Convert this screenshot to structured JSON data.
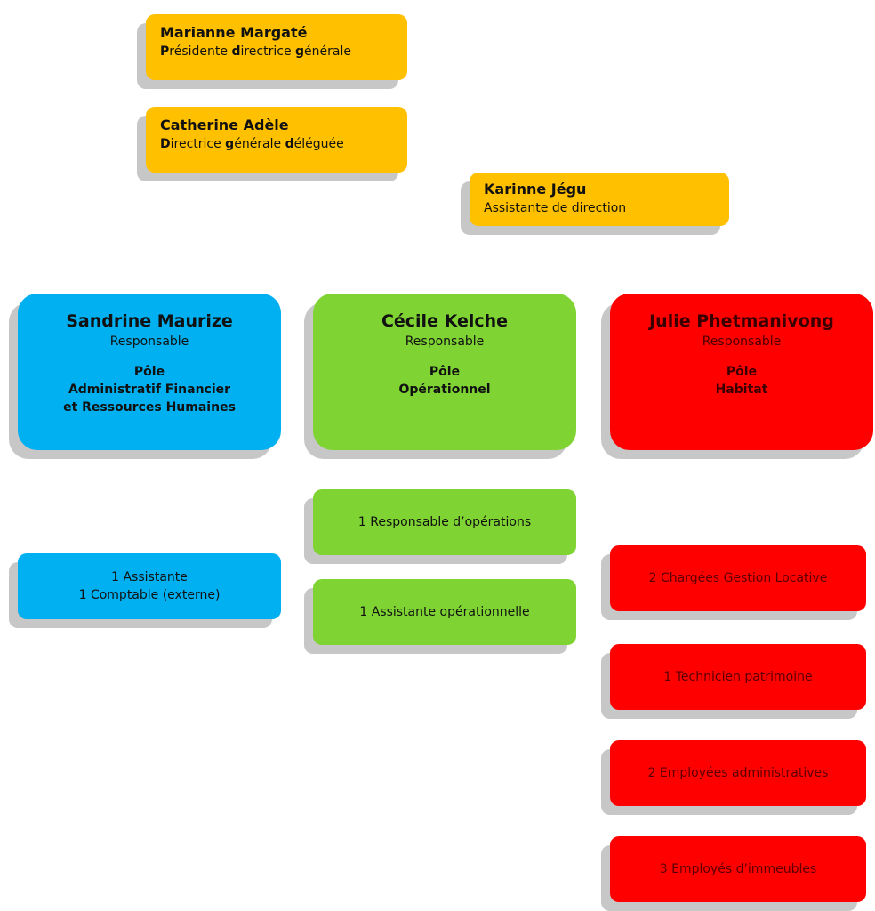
{
  "executives": [
    {
      "name": "Marianne Margaté",
      "role_parts": [
        [
          "P",
          "résidente "
        ],
        [
          "d",
          "irectrice "
        ],
        [
          "g",
          "énérale"
        ]
      ]
    },
    {
      "name": "Catherine Adèle",
      "role_parts": [
        [
          "D",
          "irectrice "
        ],
        [
          "g",
          "énérale "
        ],
        [
          "d",
          "éléguée"
        ]
      ]
    },
    {
      "name": "Karinne Jégu",
      "role": "Assistante de direction"
    }
  ],
  "poles": [
    {
      "name": "Sandrine Maurize",
      "title": "Responsable",
      "pole_label": "Pôle",
      "pole_lines": [
        "Administratif Financier",
        "et Ressources Humaines"
      ],
      "color": "#00b0f0",
      "staff": [
        [
          "1 Assistante",
          "1 Comptable (externe)"
        ]
      ]
    },
    {
      "name": "Cécile Kelche",
      "title": "Responsable",
      "pole_label": "Pôle",
      "pole_lines": [
        "Opérationnel"
      ],
      "color": "#7fd434",
      "staff": [
        [
          "1 Responsable  d’opérations"
        ],
        [
          "1 Assistante opérationnelle"
        ]
      ]
    },
    {
      "name": "Julie Phetmanivong",
      "title": "Responsable",
      "pole_label": "Pôle",
      "pole_lines": [
        "Habitat"
      ],
      "color": "#ff0000",
      "staff": [
        [
          "2 Chargées Gestion Locative"
        ],
        [
          "1 Technicien patrimoine"
        ],
        [
          "2 Employées administratives"
        ],
        [
          "3 Employés d’immeubles"
        ]
      ]
    }
  ]
}
